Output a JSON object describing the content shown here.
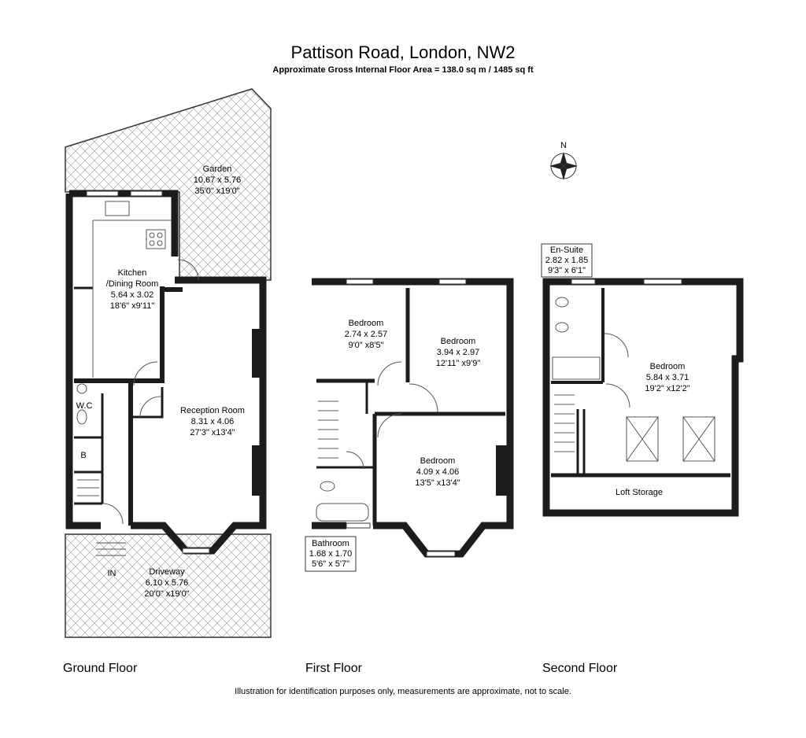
{
  "header": {
    "title": "Pattison Road, London, NW2",
    "subtitle": "Approximate Gross Internal Floor Area = 138.0 sq m / 1485 sq ft"
  },
  "compass": {
    "label": "N"
  },
  "ground_floor": {
    "label": "Ground Floor",
    "garden": {
      "name": "Garden",
      "metric": "10.67 x 5.76",
      "imperial": "35'0\" x19'0\""
    },
    "kitchen": {
      "name": "Kitchen",
      "name2": "/Dining Room",
      "metric": "5.64 x 3.02",
      "imperial": "18'6\" x9'11\""
    },
    "reception": {
      "name": "Reception Room",
      "metric": "8.31 x 4.06",
      "imperial": "27'3\" x13'4\""
    },
    "wc": {
      "name": "W.C"
    },
    "b": {
      "name": "B"
    },
    "entry": {
      "name": "IN"
    },
    "driveway": {
      "name": "Driveway",
      "metric": "6.10 x 5.76",
      "imperial": "20'0\" x19'0\""
    }
  },
  "first_floor": {
    "label": "First Floor",
    "bedroom1": {
      "name": "Bedroom",
      "metric": "2.74 x 2.57",
      "imperial": "9'0\" x8'5\""
    },
    "bedroom2": {
      "name": "Bedroom",
      "metric": "3.94 x 2.97",
      "imperial": "12'11\" x9'9\""
    },
    "bedroom3": {
      "name": "Bedroom",
      "metric": "4.09 x 4.06",
      "imperial": "13'5\" x13'4\""
    },
    "bathroom": {
      "name": "Bathroom",
      "metric": "1.68 x 1.70",
      "imperial": "5'6\" x 5'7\""
    }
  },
  "second_floor": {
    "label": "Second Floor",
    "ensuite": {
      "name": "En-Suite",
      "metric": "2.82 x 1.85",
      "imperial": "9'3\" x 6'1\""
    },
    "bedroom": {
      "name": "Bedroom",
      "metric": "5.84 x 3.71",
      "imperial": "19'2\" x12'2\""
    },
    "loft": {
      "name": "Loft Storage"
    }
  },
  "footer": {
    "note": "Illustration for identification purposes only, measurements are approximate, not to scale."
  }
}
